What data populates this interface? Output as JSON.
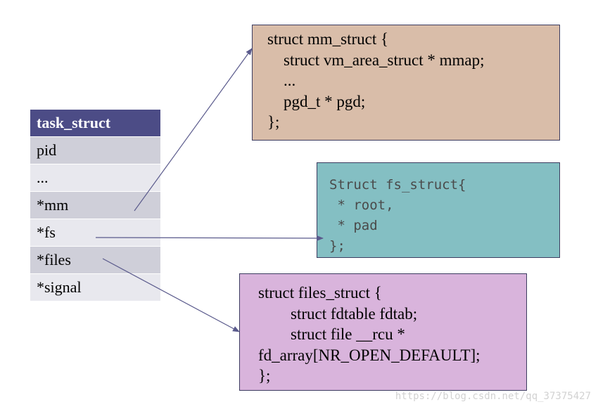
{
  "task_struct": {
    "rows": [
      {
        "label": "task_struct"
      },
      {
        "label": "pid"
      },
      {
        "label": "..."
      },
      {
        "label": "*mm"
      },
      {
        "label": "*fs"
      },
      {
        "label": "*files"
      },
      {
        "label": "*signal"
      }
    ]
  },
  "mm_struct": {
    "lines": [
      "struct mm_struct {",
      "    struct vm_area_struct * mmap;",
      "    ...",
      "    pgd_t * pgd;",
      "};"
    ]
  },
  "fs_struct": {
    "lines": [
      "Struct fs_struct{",
      " * root,",
      " * pad",
      "};"
    ]
  },
  "files_struct": {
    "lines": [
      "struct files_struct {",
      "        struct fdtable fdtab;",
      "        struct file __rcu *",
      "fd_array[NR_OPEN_DEFAULT];",
      "};"
    ]
  },
  "colors": {
    "header": "#4c4c86",
    "row_dark": "#cfcfd9",
    "row_light": "#e8e8ee",
    "mm_box": "#d9bda9",
    "fs_box": "#84bfc3",
    "files_box": "#d9b4dc",
    "arrow": "#5a5a8c"
  },
  "watermark": "https://blog.csdn.net/qq_37375427"
}
